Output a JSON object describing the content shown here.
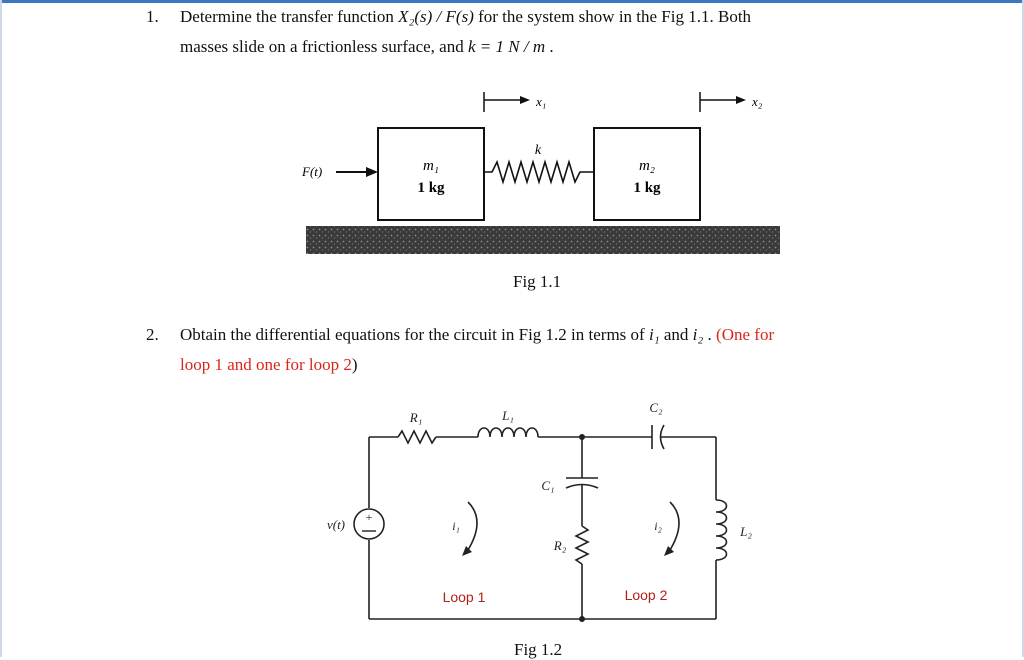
{
  "question1": {
    "number": "1.",
    "line1_a": "Determine the transfer function ",
    "line1_math": "X₂(s) / F(s)",
    "line1_b": " for the system show in the Fig 1.1. Both",
    "line2_a": "masses slide on a frictionless surface, and ",
    "line2_math": "k = 1 N / m",
    "line2_b": " ."
  },
  "fig1": {
    "caption": "Fig 1.1",
    "force_label": "F(t)",
    "x1_label": "x₁",
    "x2_label": "x₂",
    "spring_label": "k",
    "mass1_name": "m₁",
    "mass1_value": "1 kg",
    "mass2_name": "m₂",
    "mass2_value": "1 kg"
  },
  "question2": {
    "number": "2.",
    "line1_a": "Obtain the differential equations for the circuit in Fig 1.2 in terms of ",
    "i1": "i₁",
    "and": " and ",
    "i2": "i₂",
    "dot": " . ",
    "red1": "(One for",
    "red2": "loop 1 and one for loop 2",
    "close": ")"
  },
  "fig2": {
    "caption": "Fig 1.2",
    "R1": "R₁",
    "L1": "L₁",
    "C2": "C₂",
    "C1": "C₁",
    "R2": "R₂",
    "L2": "L₂",
    "source": "v(t)",
    "i1": "i₁",
    "i2": "i₂",
    "loop1": "Loop 1",
    "loop2": "Loop 2"
  }
}
